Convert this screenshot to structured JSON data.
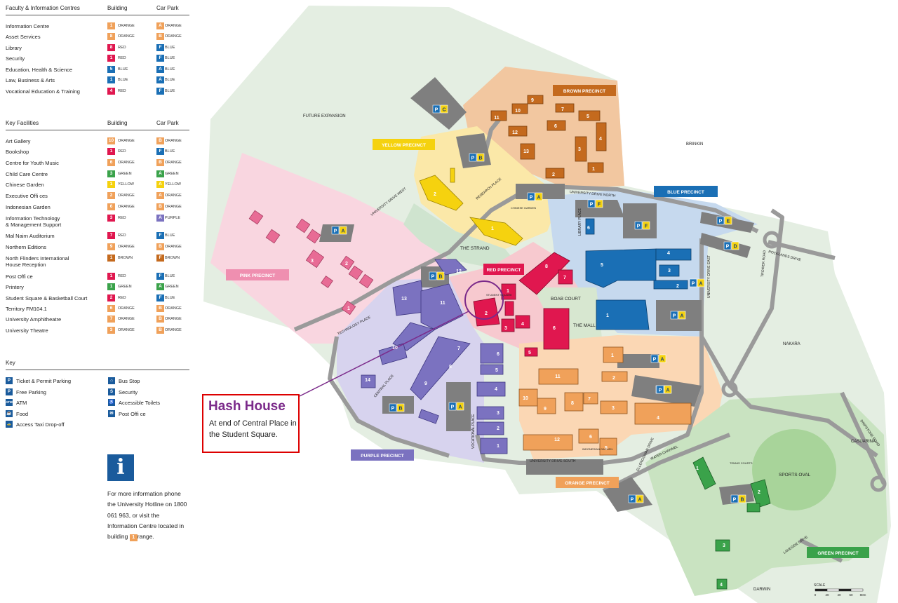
{
  "faculty": {
    "heading": "Faculty & Information Centres",
    "col_building": "Building",
    "col_carpark": "Car Park",
    "rows": [
      {
        "name": "Information Centre",
        "b_num": "1",
        "b_color": "ORANGE",
        "c_code": "A",
        "c_color": "ORANGE"
      },
      {
        "name": "Asset Services",
        "b_num": "8",
        "b_color": "ORANGE",
        "c_code": "B",
        "c_color": "ORANGE"
      },
      {
        "name": "Library",
        "b_num": "8",
        "b_color": "RED",
        "c_code": "F",
        "c_color": "BLUE"
      },
      {
        "name": "Security",
        "b_num": "1",
        "b_color": "RED",
        "c_code": "F",
        "c_color": "BLUE"
      },
      {
        "name": "Education, Health & Science",
        "b_num": "5",
        "b_color": "BLUE",
        "c_code": "A",
        "c_color": "BLUE"
      },
      {
        "name": "Law, Business & Arts",
        "b_num": "1",
        "b_color": "BLUE",
        "c_code": "A",
        "c_color": "BLUE"
      },
      {
        "name": "Vocational Education & Training",
        "b_num": "4",
        "b_color": "RED",
        "c_code": "F",
        "c_color": "BLUE"
      }
    ]
  },
  "facilities": {
    "heading": "Key Facilities",
    "col_building": "Building",
    "col_carpark": "Car Park",
    "rows": [
      {
        "name": "Art Gallery",
        "b_num": "10",
        "b_color": "ORANGE",
        "c_code": "B",
        "c_color": "ORANGE"
      },
      {
        "name": "Bookshop",
        "b_num": "1",
        "b_color": "RED",
        "c_code": "F",
        "c_color": "BLUE"
      },
      {
        "name": "Centre for Youth Music",
        "b_num": "6",
        "b_color": "ORANGE",
        "c_code": "B",
        "c_color": "ORANGE"
      },
      {
        "name": "Child Care Centre",
        "b_num": "3",
        "b_color": "GREEN",
        "c_code": "A",
        "c_color": "GREEN"
      },
      {
        "name": "Chinese Garden",
        "b_num": "1",
        "b_color": "YELLOW",
        "c_code": "A",
        "c_color": "YELLOW"
      },
      {
        "name": "Executive Offi ces",
        "b_num": "2",
        "b_color": "ORANGE",
        "c_code": "A",
        "c_color": "ORANGE"
      },
      {
        "name": "Indonesian Garden",
        "b_num": "6",
        "b_color": "ORANGE",
        "c_code": "B",
        "c_color": "ORANGE"
      },
      {
        "name": "Information Technology\n& Management Support",
        "b_num": "3",
        "b_color": "RED",
        "c_code": "A",
        "c_color": "PURPLE"
      },
      {
        "name": "Mal Nairn Auditorium",
        "b_num": "7",
        "b_color": "RED",
        "c_code": "F",
        "c_color": "BLUE"
      },
      {
        "name": "Northern Editions",
        "b_num": "9",
        "b_color": "ORANGE",
        "c_code": "B",
        "c_color": "ORANGE"
      },
      {
        "name": "North Flinders International\nHouse Reception",
        "b_num": "1",
        "b_color": "BROWN",
        "c_code": "F",
        "c_color": "BROWN"
      },
      {
        "name": "Post Offi ce",
        "b_num": "1",
        "b_color": "RED",
        "c_code": "F",
        "c_color": "BLUE"
      },
      {
        "name": "Printery",
        "b_num": "1",
        "b_color": "GREEN",
        "c_code": "A",
        "c_color": "GREEN"
      },
      {
        "name": "Student Square & Basketball Court",
        "b_num": "2",
        "b_color": "RED",
        "c_code": "F",
        "c_color": "BLUE"
      },
      {
        "name": "Territory FM104.1",
        "b_num": "6",
        "b_color": "ORANGE",
        "c_code": "B",
        "c_color": "ORANGE"
      },
      {
        "name": "University Amphitheatre",
        "b_num": "7",
        "b_color": "ORANGE",
        "c_code": "B",
        "c_color": "ORANGE"
      },
      {
        "name": "University Theatre",
        "b_num": "3",
        "b_color": "ORANGE",
        "c_code": "B",
        "c_color": "ORANGE"
      }
    ]
  },
  "key": {
    "heading": "Key",
    "items_left": [
      {
        "icon": "parking-icon",
        "glyph": "P",
        "label": "Ticket & Permit Parking"
      },
      {
        "icon": "free-parking-icon",
        "glyph": "P",
        "label": "Free Parking"
      },
      {
        "icon": "atm-icon",
        "glyph": "ATM",
        "label": "ATM"
      },
      {
        "icon": "food-icon",
        "glyph": "☕",
        "label": "Food"
      },
      {
        "icon": "taxi-icon",
        "glyph": "🚕",
        "label": "Access Taxi Drop-off"
      }
    ],
    "items_right": [
      {
        "icon": "bus-icon",
        "glyph": "⌂",
        "label": "Bus Stop"
      },
      {
        "icon": "security-icon",
        "glyph": "S",
        "label": "Security"
      },
      {
        "icon": "toilets-icon",
        "glyph": "♿",
        "label": "Accessible Toilets"
      },
      {
        "icon": "post-office-icon",
        "glyph": "✉",
        "label": "Post Offi ce"
      }
    ]
  },
  "info": {
    "glyph": "i",
    "text_before": "For more information phone the University Hotline on 1800 061 963, or visit the Information Centre located in building",
    "chip": "1",
    "text_after": "range."
  },
  "colors": {
    "ORANGE": "#f0a15a",
    "RED": "#e0174f",
    "BLUE": "#1a6fb5",
    "GREEN": "#3aa24a",
    "YELLOW": "#f5d20f",
    "BROWN": "#c46a1e",
    "PURPLE": "#7b72c0"
  },
  "map": {
    "labels": {
      "future_expansion": "FUTURE EXPANSION",
      "brinkin": "BRINKIN",
      "nakara": "NAKARA",
      "casuarina": "CASUARINA",
      "darwin": "DARWIN",
      "the_strand": "THE STRAND",
      "boab_court": "BOAB COURT",
      "the_mall": "THE MALL",
      "sports_oval": "SPORTS OVAL",
      "scale": "SCALE",
      "univ_drive_south": "UNIVERSITY DRIVE SOUTH",
      "univ_drive_north": "UNIVERSITY DRIVE NORTH",
      "univ_drive_west": "UNIVERSITY DRIVE WEST",
      "univ_drive_east": "UNIVERSITY DRIVE EAST",
      "technology_place": "TECHNOLOGY PLACE",
      "central_place": "CENTRAL PLACE",
      "vocational_place": "VOCATIONAL PLACE",
      "research_place": "RESEARCH PLACE",
      "library_place": "LIBRARY PLACE",
      "water_channel": "WATER CHANNEL",
      "ellengowan_drive": "ELLENGOWAN DRIVE",
      "trower_road": "TROWER ROAD",
      "dripstone_road": "DRIPSTONE ROAD",
      "lakeside_drive": "LAKESIDE DRIVE",
      "rocklands_drive": "ROCKLANDS DRIVE",
      "chinese_garden": "CHINESE GARDEN",
      "indonesian_garden": "INDONESIAN GARDEN",
      "student_square": "STUDENT SQUARE",
      "tennis_courts": "TENNIS COURTS"
    },
    "precincts": [
      {
        "key": "brown",
        "label": "BROWN PRECINCT",
        "color": "#c46a1e"
      },
      {
        "key": "yellow",
        "label": "YELLOW PRECINCT",
        "color": "#f5d20f"
      },
      {
        "key": "blue",
        "label": "BLUE PRECINCT",
        "color": "#1a6fb5"
      },
      {
        "key": "pink",
        "label": "PINK PRECINCT",
        "color": "#ef8fb0"
      },
      {
        "key": "red",
        "label": "RED PRECINCT",
        "color": "#e0174f"
      },
      {
        "key": "purple",
        "label": "PURPLE PRECINCT",
        "color": "#7b72c0"
      },
      {
        "key": "orange",
        "label": "ORANGE PRECINCT",
        "color": "#f0a15a"
      },
      {
        "key": "green",
        "label": "GREEN PRECINCT",
        "color": "#3aa24a"
      }
    ],
    "parking": [
      "P",
      "C",
      "P",
      "B",
      "P",
      "A",
      "P",
      "F",
      "P",
      "F",
      "P",
      "E",
      "P",
      "D",
      "P",
      "A",
      "P",
      "B",
      "P",
      "A",
      "P",
      "A",
      "P",
      "A",
      "P",
      "A",
      "P",
      "B",
      "P",
      "A",
      "P",
      "B",
      "P",
      "A",
      "P",
      "A"
    ],
    "scale_ticks": [
      "0",
      "20",
      "40",
      "60",
      "80m"
    ]
  },
  "callout": {
    "title": "Hash House",
    "text": "At end of Central Place in the Student Square."
  }
}
